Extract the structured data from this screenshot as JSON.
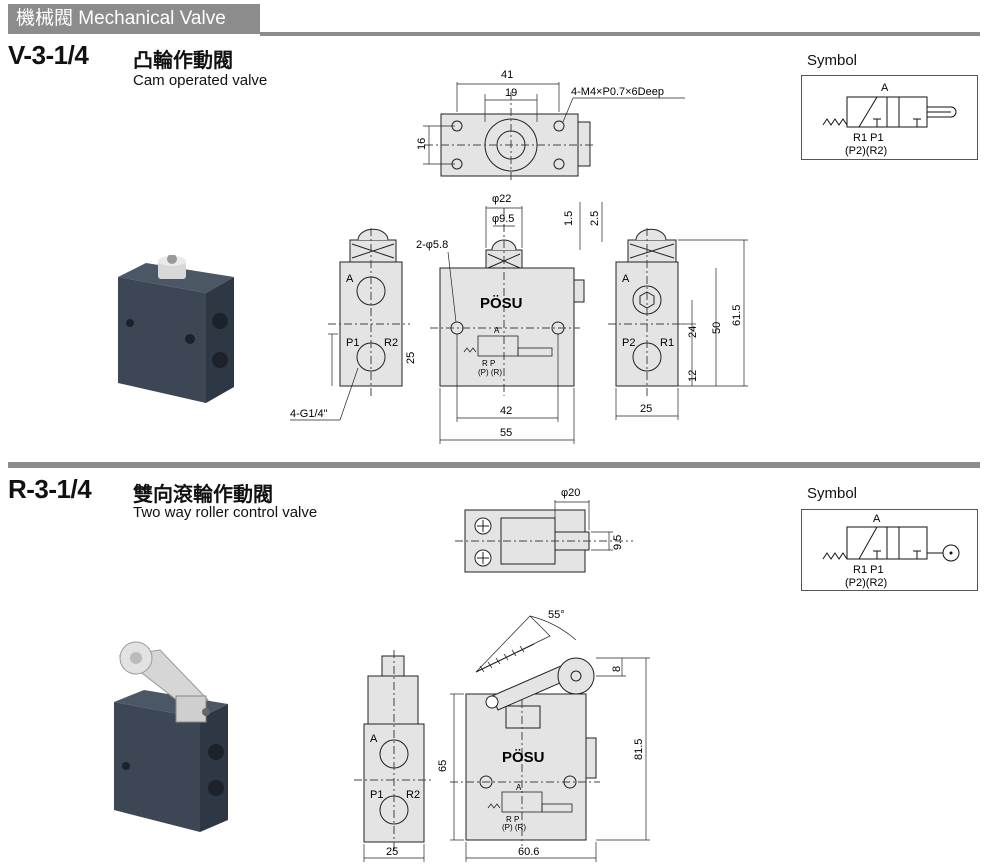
{
  "header": {
    "title": "機械閥  Mechanical Valve"
  },
  "sections": [
    {
      "model": "V-3-1/4",
      "name_cn": "凸輪作動閥",
      "name_en": "Cam operated valve",
      "symbol_label": "Symbol",
      "symbol_ports": {
        "a": "A",
        "r1p1": "R1  P1",
        "p2r2": "(P2)(R2)"
      },
      "dims": {
        "d41": "41",
        "d19": "19",
        "thread": "4-M4×P0.7×6Deep",
        "d16": "16",
        "phi22": "φ22",
        "phi95": "φ9.5",
        "d15": "1.5",
        "d25b": "2.5",
        "hole": "2-φ5.8",
        "port_a": "A",
        "port_p1": "P1",
        "port_r2": "R2",
        "port_p2": "P2",
        "port_r1": "R1",
        "d25": "25",
        "g14": "4-G1/4\"",
        "d42": "42",
        "d55": "55",
        "d24": "24",
        "d50": "50",
        "d615": "61.5",
        "d12": "12",
        "d25c": "25",
        "brand": "PÖSU",
        "mini_a": "A",
        "mini_rp": "R  P",
        "mini_pr": "(P) (R)"
      }
    },
    {
      "model": "R-3-1/4",
      "name_cn": "雙向滾輪作動閥",
      "name_en": "Two way roller control valve",
      "symbol_label": "Symbol",
      "symbol_ports": {
        "a": "A",
        "r1p1": "R1  P1",
        "p2r2": "(P2)(R2)"
      },
      "dims": {
        "phi20": "φ20",
        "d95": "9.5",
        "angle": "55°",
        "d8": "8",
        "d815": "81.5",
        "d65": "65",
        "d25": "25",
        "d606": "60.6",
        "port_a": "A",
        "port_p1": "P1",
        "port_r2": "R2",
        "brand": "PÖSU",
        "mini_a": "A",
        "mini_rp": "R  P",
        "mini_pr": "(P) (R)"
      }
    }
  ]
}
